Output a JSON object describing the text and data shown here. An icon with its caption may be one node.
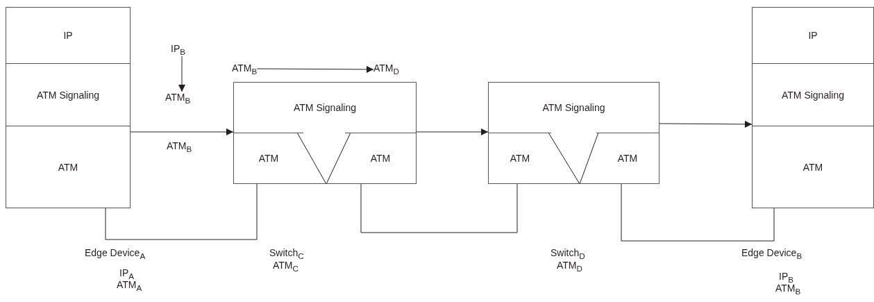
{
  "diagram": {
    "nodes": [
      {
        "text": [],
        "shape": "box"
      },
      {
        "text": [
          "IP"
        ],
        "in": 0
      },
      {
        "text": [
          "ATM Signaling"
        ],
        "in": 0
      },
      {
        "text": [
          "ATM"
        ],
        "in": 0
      },
      {
        "text": [],
        "shape": "box"
      },
      {
        "text": [
          "ATM Signaling"
        ],
        "in": 4
      },
      {
        "text": [
          "ATM"
        ],
        "in": 4
      },
      {
        "text": [
          "ATM"
        ],
        "in": 4
      },
      {
        "text": [],
        "shape": "box"
      },
      {
        "text": [
          "ATM Signaling"
        ],
        "in": 8
      },
      {
        "text": [
          "ATM"
        ],
        "in": 8
      },
      {
        "text": [
          "ATM"
        ],
        "in": 8
      },
      {
        "text": [],
        "shape": "box"
      },
      {
        "text": [
          "IP"
        ],
        "in": 12
      },
      {
        "text": [
          "ATM Signaling"
        ],
        "in": 12
      },
      {
        "text": [
          "ATM"
        ],
        "in": 12
      },
      {
        "text": [
          "IP$_{B}$"
        ]
      },
      {
        "text": [
          "ATM$_{B}$"
        ]
      },
      {
        "text": [
          "ATM$_{B}$"
        ]
      },
      {
        "text": [
          "ATM$_{D}$"
        ]
      }
    ],
    "edges": [
      {
        "from": 16,
        "to": 17,
        "arrow": "to"
      },
      {
        "from": 18,
        "to": 19,
        "arrow": "to"
      },
      {
        "from": 0,
        "to": 4,
        "arrow": "to"
      },
      {
        "from": 4,
        "to": 8,
        "arrow": "to"
      },
      {
        "from": 8,
        "to": 12,
        "arrow": "to"
      },
      {
        "from": 0,
        "to": 4,
        "arrow": "none"
      },
      {
        "from": 4,
        "to": 8,
        "arrow": "none"
      },
      {
        "from": 8,
        "to": 12,
        "arrow": "none"
      },
      {
        "from": 6,
        "to": 7,
        "arrow": "none"
      },
      {
        "from": 10,
        "to": 11,
        "arrow": "none"
      }
    ],
    "labels": [
      "ATM$_{B}$",
      "Edge Device$_{A}$",
      "Switch$_{C}$",
      "ATM$_{C}$",
      "Switch$_{D}$",
      "ATM$_{D}$",
      "Edge Device$_{B}$",
      "IP$_{A}$",
      "ATM$_{A}$",
      "IP$_{B}$",
      "ATM$_{B}$"
    ]
  }
}
